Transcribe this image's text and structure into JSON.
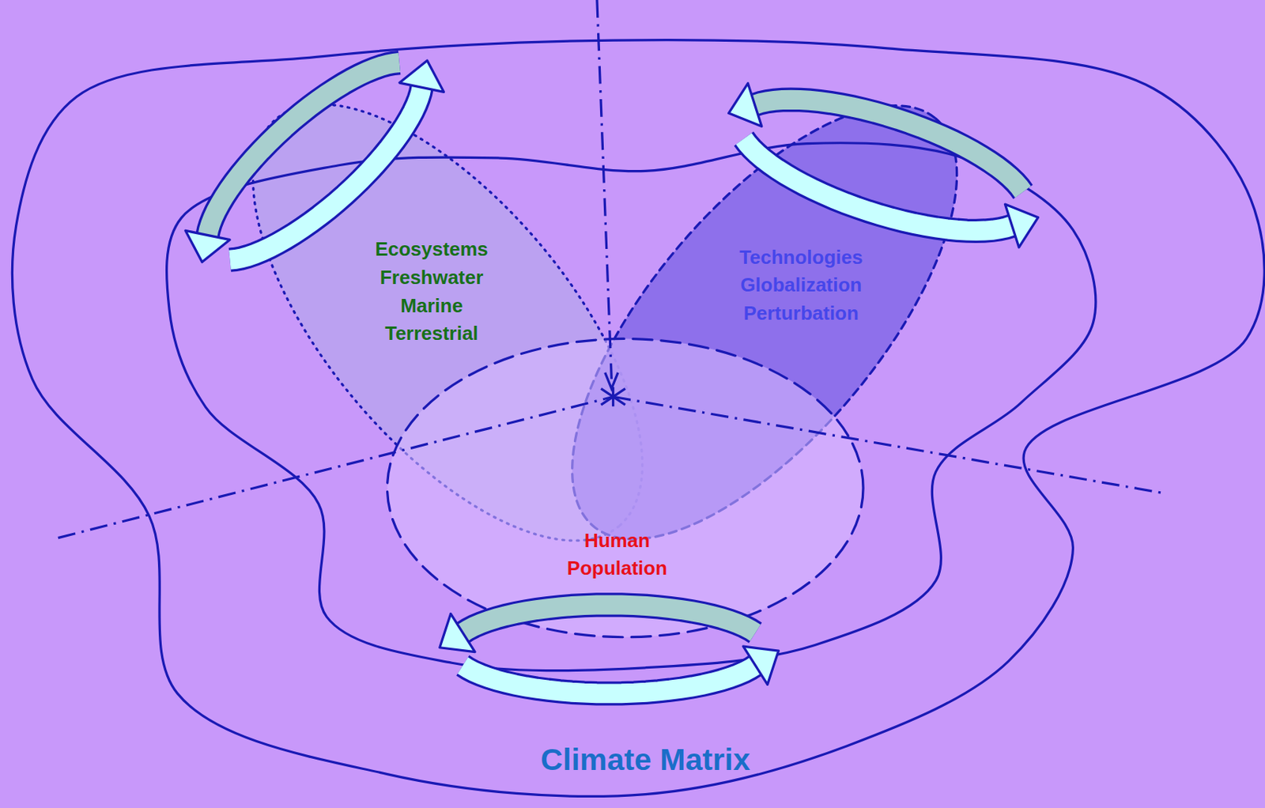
{
  "diagram": {
    "nodes": [
      {
        "text": [
          "Climate Matrix"
        ]
      },
      {
        "text": [
          "Ecosystems Freshwater Marine Terrestrial"
        ],
        "in": 0
      },
      {
        "text": [
          "Technologies Globalization Perturbation"
        ],
        "in": 0
      },
      {
        "text": [
          "Human Population"
        ],
        "in": 0
      }
    ]
  }
}
